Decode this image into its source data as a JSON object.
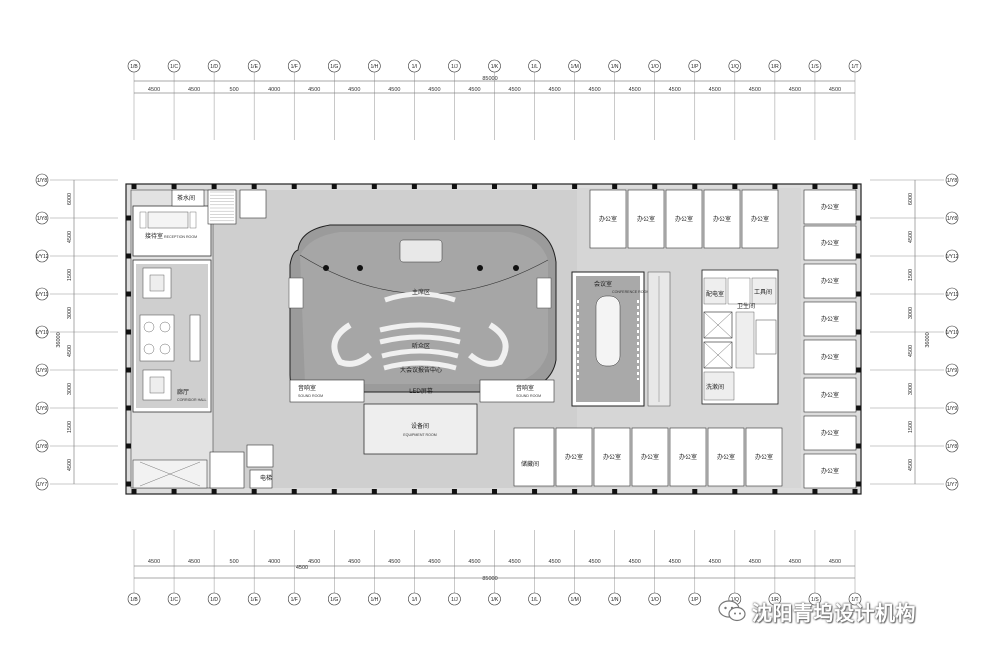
{
  "drawing": {
    "col_top": [
      "1/B",
      "1/C",
      "1/D",
      "1/E",
      "1/F",
      "1/G",
      "1/H",
      "1/I",
      "1/J",
      "1/K",
      "1/L",
      "1/M",
      "1/N",
      "1/O",
      "1/P",
      "1/Q",
      "1/R",
      "1/S",
      "1/T"
    ],
    "col_bottom": [
      "1/B",
      "1/C",
      "1/D",
      "1/E",
      "1/F",
      "1/G",
      "1/H",
      "1/I",
      "1/J",
      "1/K",
      "1/L",
      "1/M",
      "1/N",
      "1/O",
      "1/P",
      "1/Q",
      "1/R",
      "1/S",
      "1/T"
    ],
    "row_left": [
      "1/Y8",
      "1/Y8",
      "1/Y12",
      "1/Y11",
      "1/Y10",
      "1/Y9",
      "1/Y9",
      "1/Y8",
      "1/Y7"
    ],
    "row_right": [
      "1/Y8",
      "1/Y8",
      "1/Y12",
      "1/Y11",
      "1/Y10",
      "1/Y9",
      "1/Y9",
      "1/Y8",
      "1/Y7"
    ],
    "span_dims": [
      "4500",
      "4500",
      "500",
      "4000",
      "4500",
      "4500",
      "4500",
      "4500",
      "4500",
      "4500",
      "4500",
      "4500",
      "4500",
      "4500",
      "4500",
      "4500",
      "4500",
      "4500",
      "4000"
    ],
    "total_top": "85000",
    "total_bottom": "85000",
    "bottom_sub": "4500",
    "side_dims": [
      "6000",
      "4500",
      "1500",
      "3000",
      "4500",
      "3000",
      "1500",
      "4500",
      "6000"
    ],
    "side_total": "36000"
  },
  "rooms": {
    "reception_cn": "接待室",
    "reception_en": "RECEPTION ROOM",
    "corridor_cn": "廊厅",
    "corridor_en": "CORRIDOR HALL",
    "tea": "茶水间",
    "hall_cn": "大会议报告中心",
    "stage": "主席区",
    "seating": "听众区",
    "led": "LED屏幕",
    "sound_l_cn": "音响室",
    "sound_l_en": "SOUND ROOM",
    "sound_r_cn": "音响室",
    "sound_r_en": "SOUND ROOM",
    "equipment_cn": "设备间",
    "equipment_en": "EQUIPMENT ROOM",
    "conference_cn": "会议室",
    "conference_en": "CONFERENCE ROOM",
    "office": "办公室",
    "storage": "储藏间",
    "power": "配电室",
    "tools": "工具间",
    "toilet": "卫生间",
    "wash": "洗漱间",
    "elevator": "电梯"
  },
  "watermark": {
    "text": "沈阳青坞设计机构"
  }
}
